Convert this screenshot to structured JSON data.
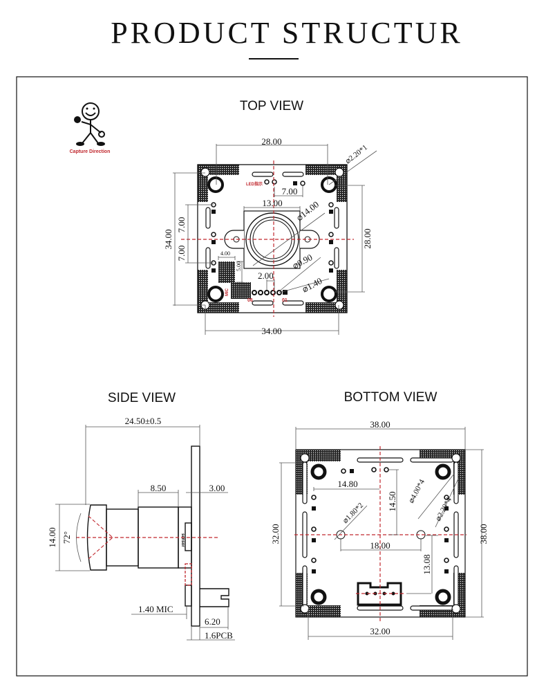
{
  "title": "PRODUCT STRUCTUR",
  "mascot": {
    "caption": "Capture Direction"
  },
  "top_view": {
    "heading": "TOP VIEW",
    "dims": {
      "top_width": "28.00",
      "bottom_width": "34.00",
      "left_height": "34.00",
      "right_height": "28.00",
      "pitch_upper": "7.00",
      "pitch_lower": "7.00",
      "led_offset": "7.00",
      "lens_width": "13.00",
      "lens_dia": "⌀14.00",
      "hole_dia": "⌀2.20*1",
      "pad_inner": "⌀0.90",
      "pad_outer": "⌀1.40",
      "pin_pitch": "2.00",
      "mic_w": "4.00",
      "mic_h": "5.00"
    },
    "labels": {
      "led": "LED指示",
      "pin_first": "06",
      "pin_last": "01",
      "mic": "MIC"
    }
  },
  "side_view": {
    "heading": "SIDE VIEW",
    "dims": {
      "total": "24.50±0.5",
      "holder": "8.50",
      "sensor_gap": "3.00",
      "height": "14.00",
      "angle": "72°",
      "mic": "1.40 MIC",
      "connector": "6.20",
      "pcb": "1.6PCB"
    },
    "labels": {
      "sensor": "sensor"
    }
  },
  "bottom_view": {
    "heading": "BOTTOM  VIEW",
    "dims": {
      "top_width": "38.00",
      "bottom_width": "32.00",
      "left_height": "32.00",
      "right_height": "38.00",
      "offset_x": "14.80",
      "offset_y": "14.50",
      "hole_span": "18.00",
      "hole_dia": "⌀1.80*2",
      "mount_outer": "⌀4.00*4",
      "mount_inner": "⌀2.20*4",
      "conn_offset": "13.08"
    }
  }
}
